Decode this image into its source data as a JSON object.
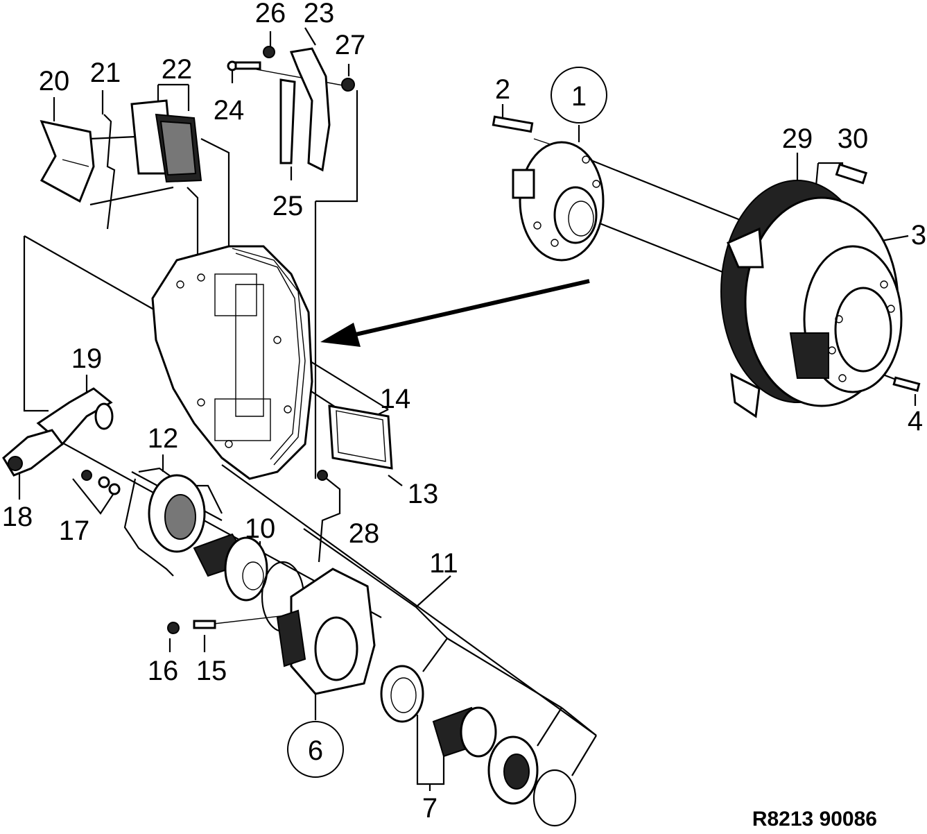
{
  "callouts": {
    "c1": "1",
    "c2": "2",
    "c3": "3",
    "c4": "4",
    "c6": "6",
    "c7": "7",
    "c10": "10",
    "c11": "11",
    "c12": "12",
    "c13": "13",
    "c14": "14",
    "c15": "15",
    "c16": "16",
    "c17": "17",
    "c18": "18",
    "c19": "19",
    "c20": "20",
    "c21": "21",
    "c22": "22",
    "c23": "23",
    "c24": "24",
    "c25": "25",
    "c26": "26",
    "c27": "27",
    "c28": "28",
    "c29": "29",
    "c30": "30"
  },
  "reference": "R8213  90086"
}
